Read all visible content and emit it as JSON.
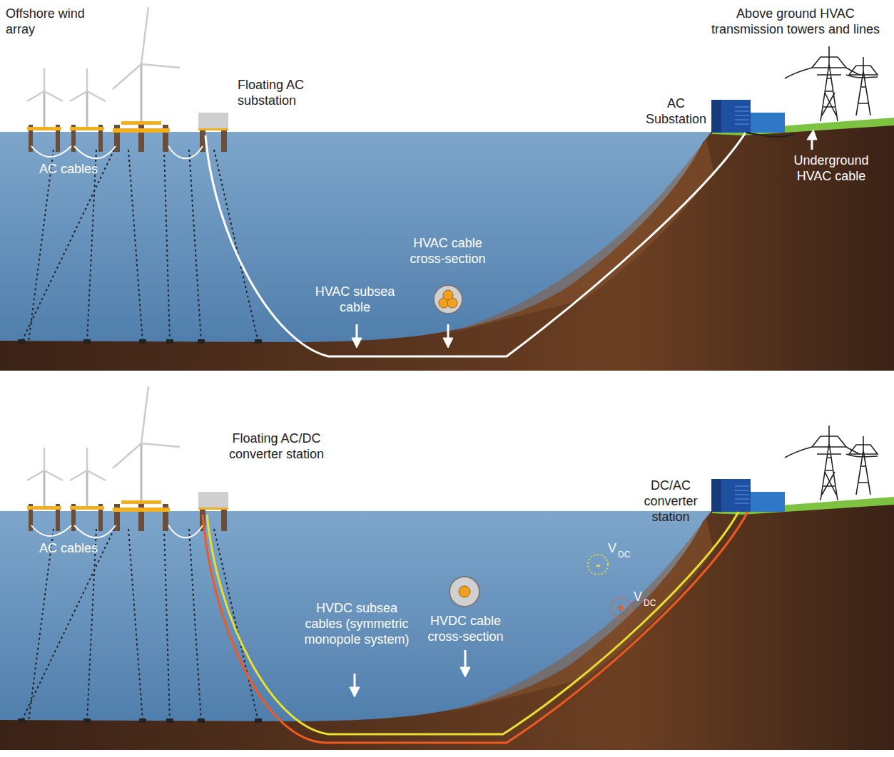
{
  "diagram": {
    "nodes": [
      {
        "text": [
          "-"
        ]
      },
      {
        "text": [
          "+"
        ]
      }
    ],
    "labels": [
      "Offshore wind array",
      "Above ground HVAC transmission towers and lines",
      "Floating AC substation",
      "AC Substation",
      "AC cables",
      "Underground HVAC cable",
      "HVAC cable cross-section",
      "HVAC subsea cable",
      "Floating AC/DC converter station",
      "DC/AC converter station",
      "AC cables",
      "HVDC subsea cables (symmetric monopole system)",
      "HVDC cable cross-section",
      "V",
      "DC",
      "V",
      "DC"
    ]
  }
}
